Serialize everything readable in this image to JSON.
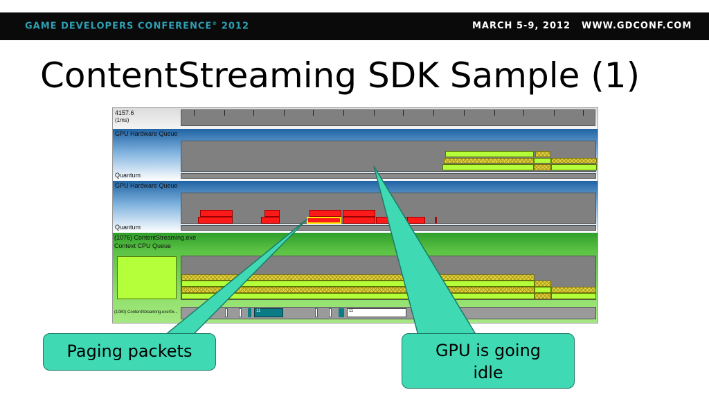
{
  "header": {
    "conference": "GAME DEVELOPERS CONFERENCE",
    "conference_mark": "®",
    "conference_year": "2012",
    "dates": "MARCH 5-9, 2012",
    "url": "WWW.GDCONF.COM"
  },
  "slide": {
    "title": "ContentStreaming SDK Sample (1)"
  },
  "profiler": {
    "timestamp": "4157.6",
    "scale": "(1ms)",
    "gpu_queue_1": {
      "label": "GPU Hardware Queue",
      "sub_label": "Quantum"
    },
    "gpu_queue_2": {
      "label": "GPU Hardware Queue",
      "sub_label": "Quantum"
    },
    "process": {
      "label": "(1076) ContentStreaming.exe",
      "sub_label": "Context CPU Queue",
      "thread_label": "(1080) ContentStreaming.exe!0x...",
      "mini_value_1": "11",
      "mini_value_2": "11"
    }
  },
  "callouts": {
    "left": "Paging packets",
    "right": "GPU is going idle"
  },
  "colors": {
    "header_bg": "#0a0a0a",
    "header_accent": "#2f9fb3",
    "queue_header": "#1f63a4",
    "process_band": "#34a832",
    "packet_red": "#ff1a1a",
    "packet_lime": "#b5ff3a",
    "callout_fill": "#3fd9b4"
  }
}
